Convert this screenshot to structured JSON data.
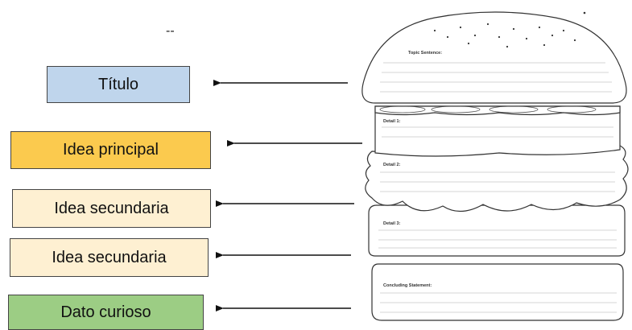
{
  "top_mark": "--",
  "labels": {
    "titulo": "Título",
    "idea_principal": "Idea principal",
    "idea_secundaria_1": "Idea secundaria",
    "idea_secundaria_2": "Idea secundaria",
    "dato_curioso": "Dato curioso"
  },
  "burger": {
    "topic": "Topic Sentence:",
    "detail1": "Detail 1:",
    "detail2": "Detail 2:",
    "detail3": "Detail 3:",
    "conclusion": "Concluding Statement:"
  },
  "colors": {
    "titulo": "#bfd5ec",
    "idea_principal": "#fbca4e",
    "idea_secundaria": "#fef0d2",
    "dato_curioso": "#9ccd84"
  }
}
